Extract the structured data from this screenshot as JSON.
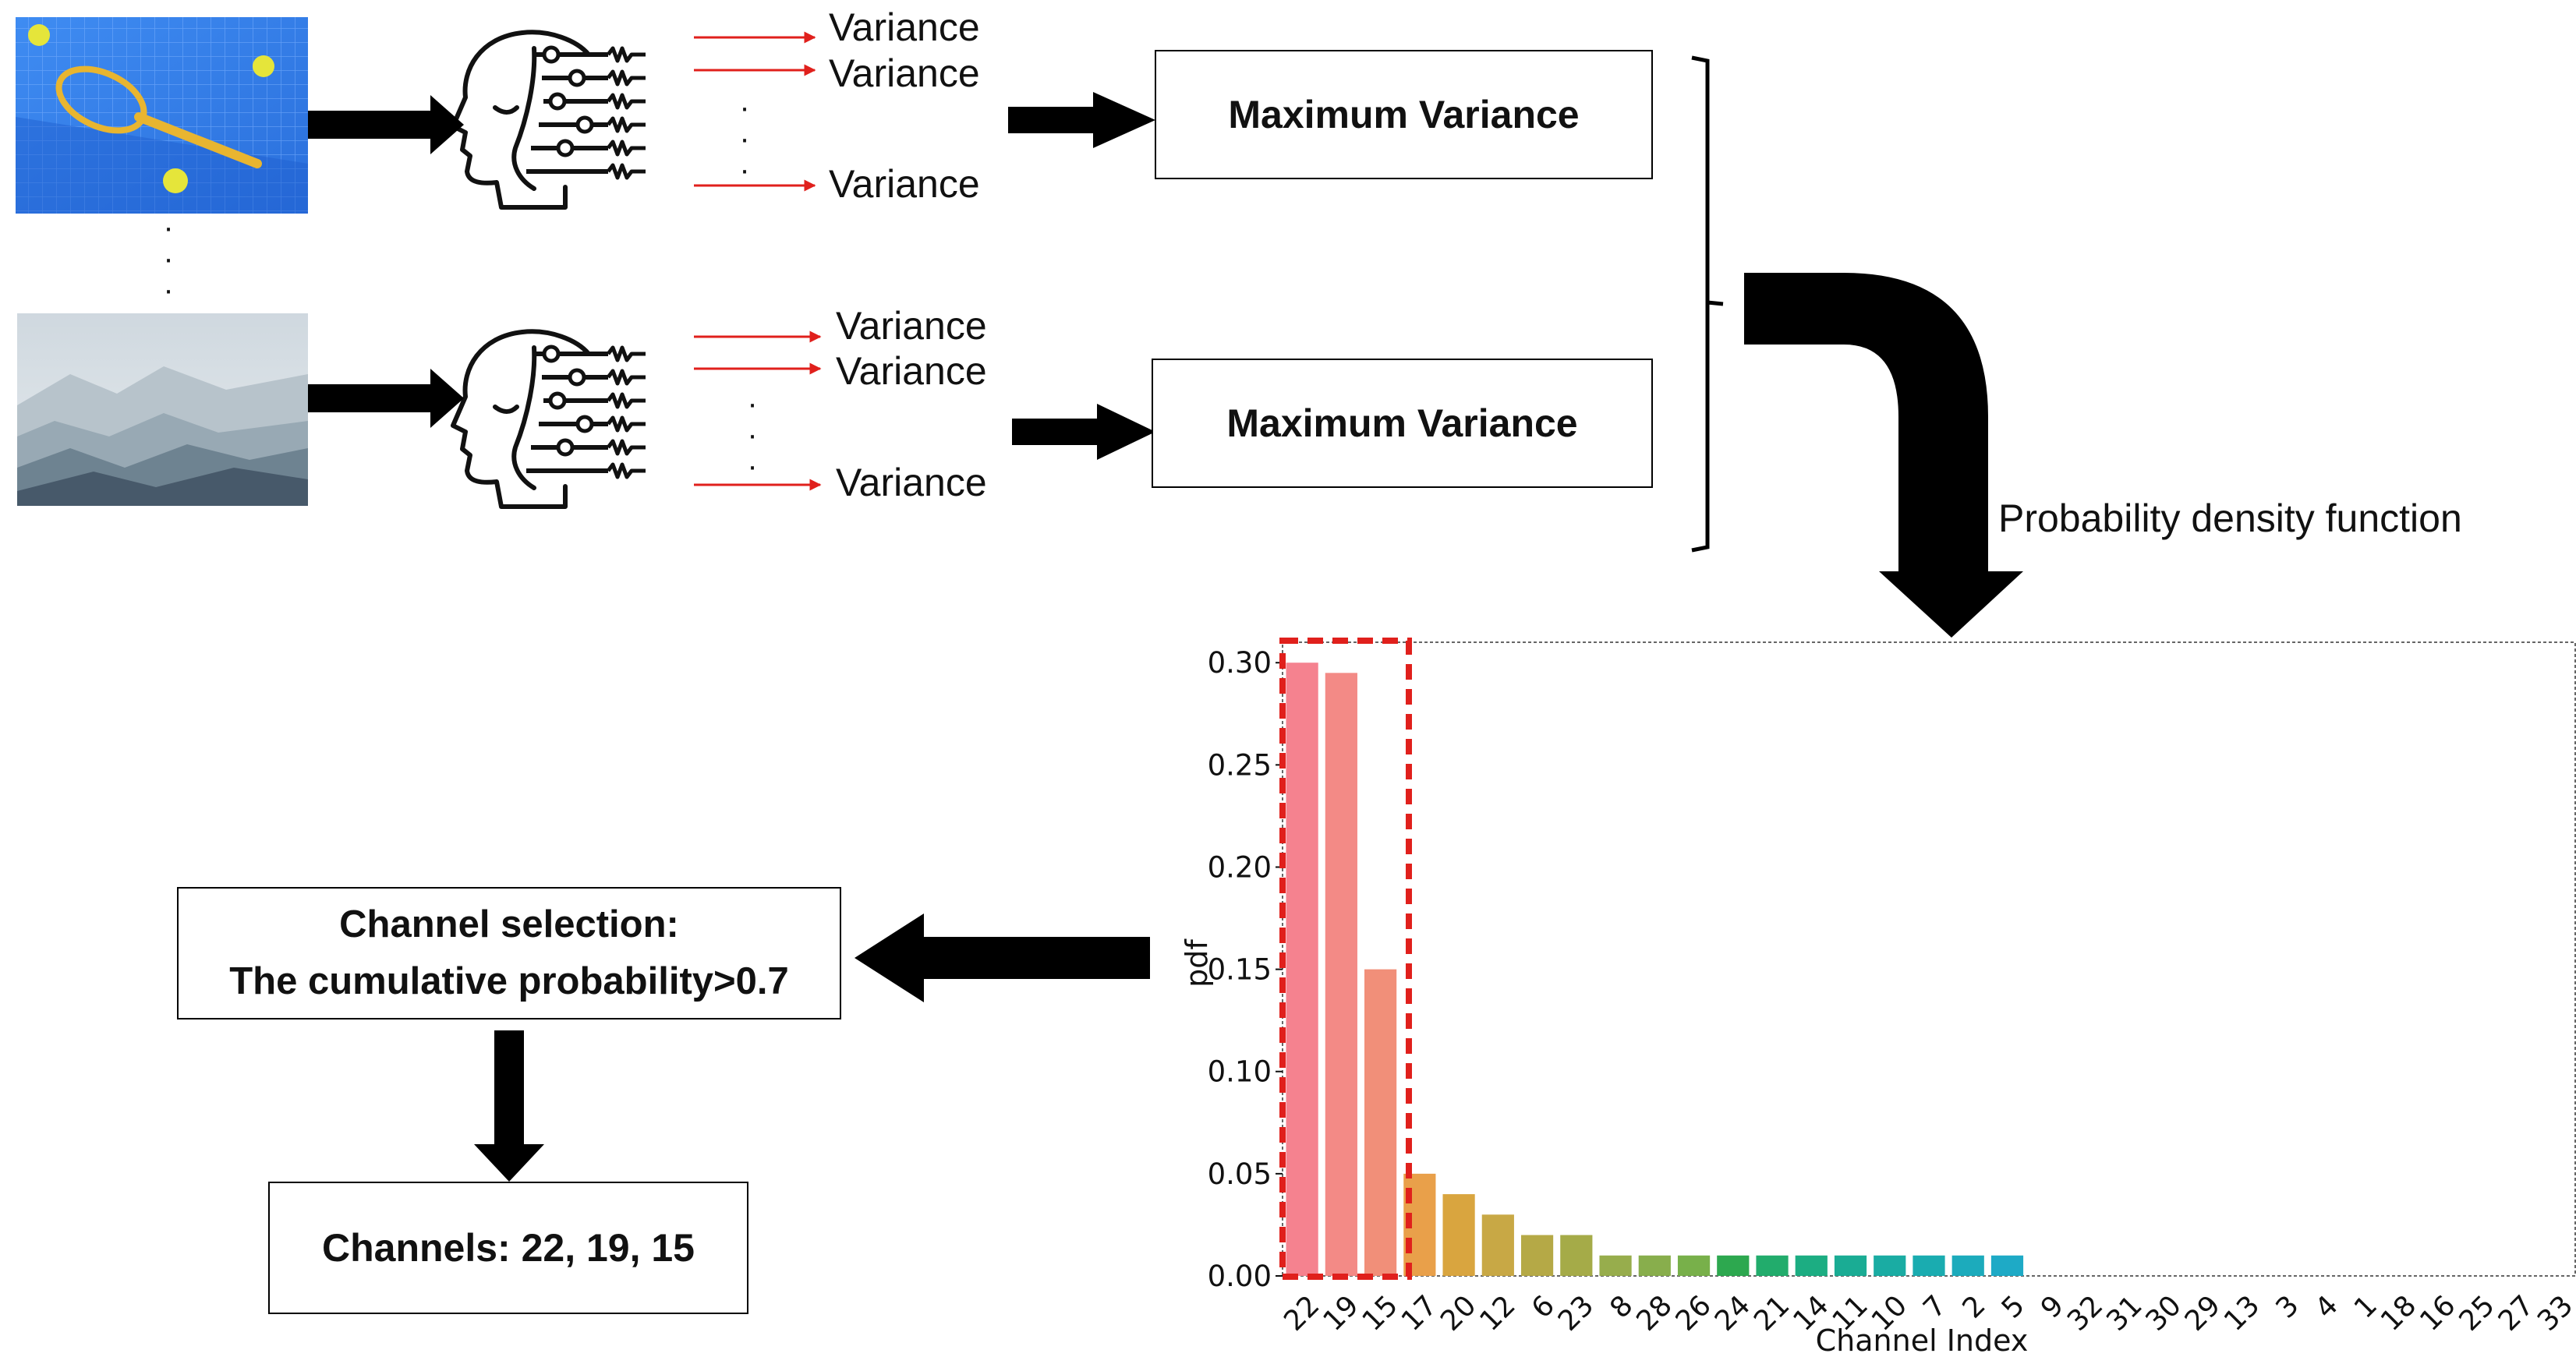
{
  "pipeline": {
    "variance_label": "Variance",
    "max_variance_label": "Maximum Variance",
    "pdf_label": "Probability density function",
    "selection_line1": "Channel selection:",
    "selection_line2": "The cumulative probability>0.7",
    "channels_label": "Channels: 22, 19, 15",
    "ellipsis": "·",
    "icons": [
      "tennis-racket-image",
      "misty-mountains-image",
      "eeg-head-icon"
    ],
    "colors": {
      "arrow": "#000000",
      "variance_arrow": "#e0201c",
      "highlight_box": "#e0201c"
    }
  },
  "chart_data": {
    "type": "bar",
    "title": "",
    "xlabel": "Channel Index",
    "ylabel": "pdf",
    "ylim": [
      0,
      0.31
    ],
    "yticks": [
      0.0,
      0.05,
      0.1,
      0.15,
      0.2,
      0.25,
      0.3
    ],
    "ytick_labels": [
      "0.00",
      "0.05",
      "0.10",
      "0.15",
      "0.20",
      "0.25",
      "0.30"
    ],
    "grid": false,
    "categories": [
      "22",
      "19",
      "15",
      "17",
      "20",
      "12",
      "6",
      "23",
      "8",
      "28",
      "26",
      "24",
      "21",
      "14",
      "11",
      "10",
      "7",
      "2",
      "5",
      "9",
      "32",
      "31",
      "30",
      "29",
      "13",
      "3",
      "4",
      "1",
      "18",
      "16",
      "25",
      "27",
      "33"
    ],
    "values": [
      0.3,
      0.295,
      0.15,
      0.05,
      0.04,
      0.03,
      0.02,
      0.02,
      0.01,
      0.01,
      0.01,
      0.01,
      0.01,
      0.01,
      0.01,
      0.01,
      0.01,
      0.01,
      0.01,
      0,
      0,
      0,
      0,
      0,
      0,
      0,
      0,
      0,
      0,
      0,
      0,
      0,
      0
    ],
    "colors": [
      "#f5828f",
      "#f38a86",
      "#f18f79",
      "#e9a04a",
      "#d9a53f",
      "#c8a845",
      "#b5a946",
      "#a5ab48",
      "#97ad4c",
      "#88ae4c",
      "#78b04a",
      "#2da84f",
      "#22ac6c",
      "#1cad82",
      "#1aac94",
      "#1aaca3",
      "#1aacb0",
      "#1cabbc",
      "#1eaac6",
      "#30a6d0",
      "#4a9fdb",
      "#6a96e4",
      "#8a8dea",
      "#a184ea",
      "#b57ae5",
      "#c572dc",
      "#d26bd1",
      "#dc66c4",
      "#e365b5",
      "#e966a6",
      "#ed6a98",
      "#f06f8c",
      "#f27584"
    ],
    "highlight_categories": [
      "22",
      "19",
      "15"
    ]
  }
}
